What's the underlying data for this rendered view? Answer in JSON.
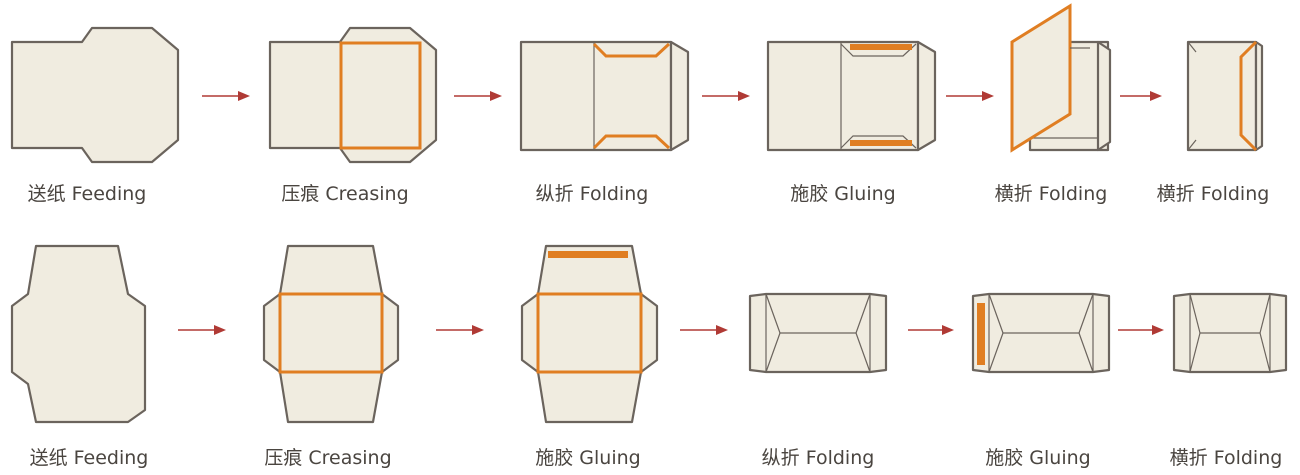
{
  "row1": {
    "steps": [
      {
        "label": "送纸 Feeding"
      },
      {
        "label": "压痕 Creasing"
      },
      {
        "label": "纵折 Folding"
      },
      {
        "label": "施胶 Gluing"
      },
      {
        "label": "横折 Folding"
      },
      {
        "label": "横折 Folding"
      }
    ]
  },
  "row2": {
    "steps": [
      {
        "label": "送纸 Feeding"
      },
      {
        "label": "压痕 Creasing"
      },
      {
        "label": "施胶 Gluing"
      },
      {
        "label": "纵折 Folding"
      },
      {
        "label": "施胶 Gluing"
      },
      {
        "label": "横折 Folding"
      }
    ]
  },
  "colors": {
    "paper": "#f0ece0",
    "outline": "#6b645d",
    "crease_and_glue": "#e07e22",
    "arrow": "#b03a35",
    "text": "#4a4540"
  }
}
